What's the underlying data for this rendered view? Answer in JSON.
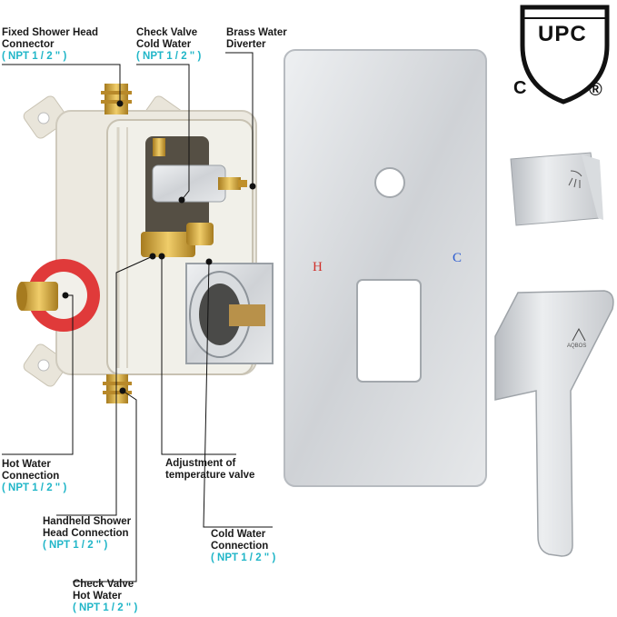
{
  "labels": {
    "fixed_shower": {
      "line1": "Fixed Shower Head",
      "line2": "Connector",
      "spec": "( NPT 1 / 2 \" )"
    },
    "check_cold": {
      "line1": "Check Valve",
      "line2": "Cold Water",
      "spec": "( NPT 1 / 2 \" )"
    },
    "brass_diverter": {
      "line1": "Brass Water",
      "line2": "Diverter"
    },
    "hot_water": {
      "line1": "Hot Water",
      "line2": "Connection",
      "spec": "( NPT 1 / 2 \" )"
    },
    "adjust_temp": {
      "line1": "Adjustment of",
      "line2": "temperature valve"
    },
    "handheld": {
      "line1": "Handheld Shower",
      "line2": "Head Connection",
      "spec": "( NPT 1 / 2 \" )"
    },
    "cold_water": {
      "line1": "Cold Water",
      "line2": "Connection",
      "spec": "( NPT 1 / 2 \" )"
    },
    "check_hot": {
      "line1": "Check Valve",
      "line2": "Hot Water",
      "spec": "( NPT 1 / 2 \" )"
    }
  },
  "plate": {
    "hot_mark": "H",
    "cold_mark": "C",
    "hot_color": "#d0302a",
    "cold_color": "#2a5ad0"
  },
  "certification": {
    "mark": "UPC",
    "left_letter": "C",
    "registered": "®"
  },
  "handle_brand": "AQBOS",
  "colors": {
    "spec_text": "#21b6c8",
    "leader": "#111111",
    "brass": "#d4a437",
    "chrome": "#c9ccd0"
  }
}
